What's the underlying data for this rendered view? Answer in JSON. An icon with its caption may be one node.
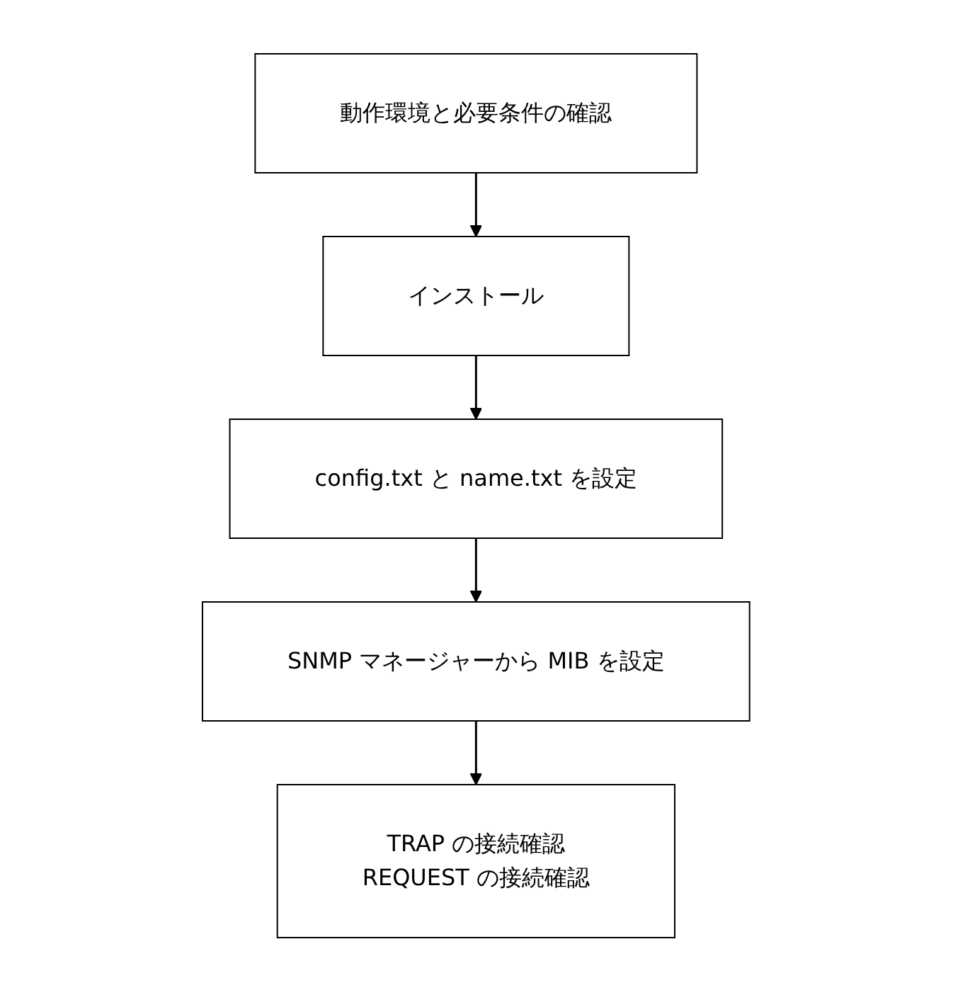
{
  "diagram": {
    "nodes": [
      {
        "text": [
          "動作環境と必要条件の確認"
        ]
      },
      {
        "text": [
          "インストール"
        ]
      },
      {
        "text": [
          "config.txt と name.txt を設定"
        ]
      },
      {
        "text": [
          "SNMP マネージャーから MIB を設定"
        ]
      },
      {
        "text": [
          "TRAP の接続確認",
          "REQUEST の接続確認"
        ]
      }
    ],
    "edges": [
      {
        "from": 0,
        "to": 1,
        "arrow": "to"
      },
      {
        "from": 1,
        "to": 2,
        "arrow": "to"
      },
      {
        "from": 2,
        "to": 3,
        "arrow": "to"
      },
      {
        "from": 3,
        "to": 4,
        "arrow": "to"
      }
    ]
  }
}
